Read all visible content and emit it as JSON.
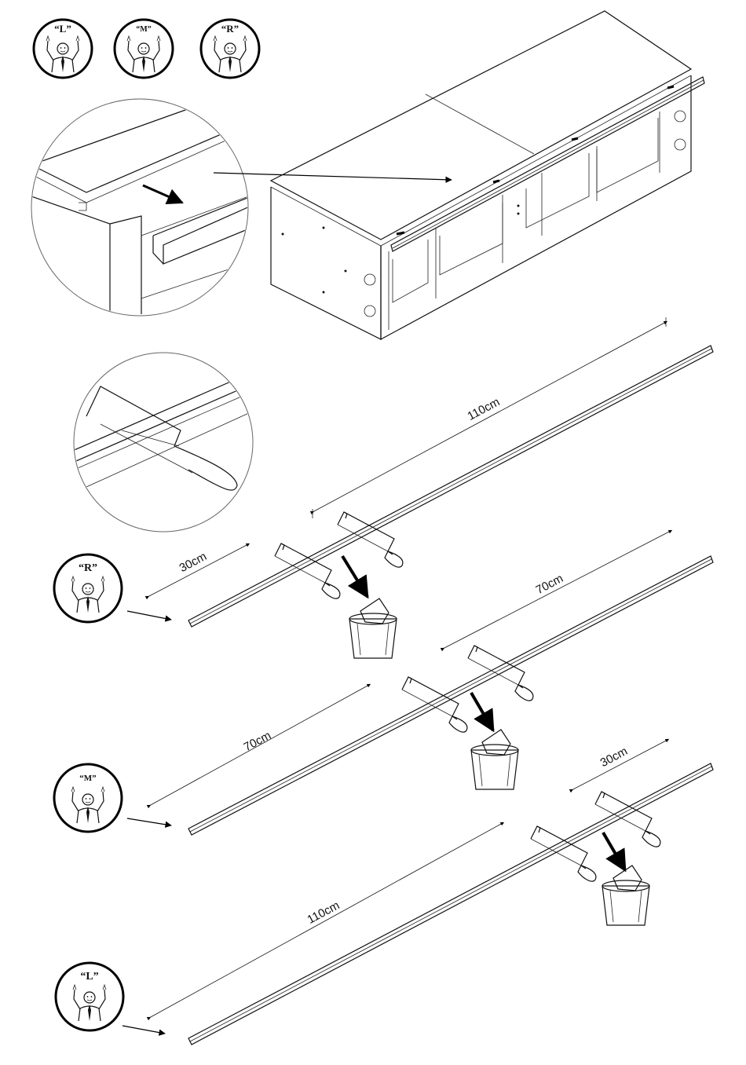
{
  "badges": {
    "top_left": "“L”",
    "top_middle": "“M”",
    "top_right": "“R”",
    "step1": "“R”",
    "step2": "“M”",
    "step3": "“L”"
  },
  "measurements": {
    "step1_long": "110cm",
    "step1_short": "30cm",
    "step2_right": "70cm",
    "step2_left": "70cm",
    "step3_short": "30cm",
    "step3_long": "110cm"
  },
  "icons": [
    "pointing-figure-icon",
    "hacksaw-icon",
    "waste-bin-icon",
    "arrow-icon",
    "cabinet-illustration",
    "rail-profile-illustration"
  ]
}
